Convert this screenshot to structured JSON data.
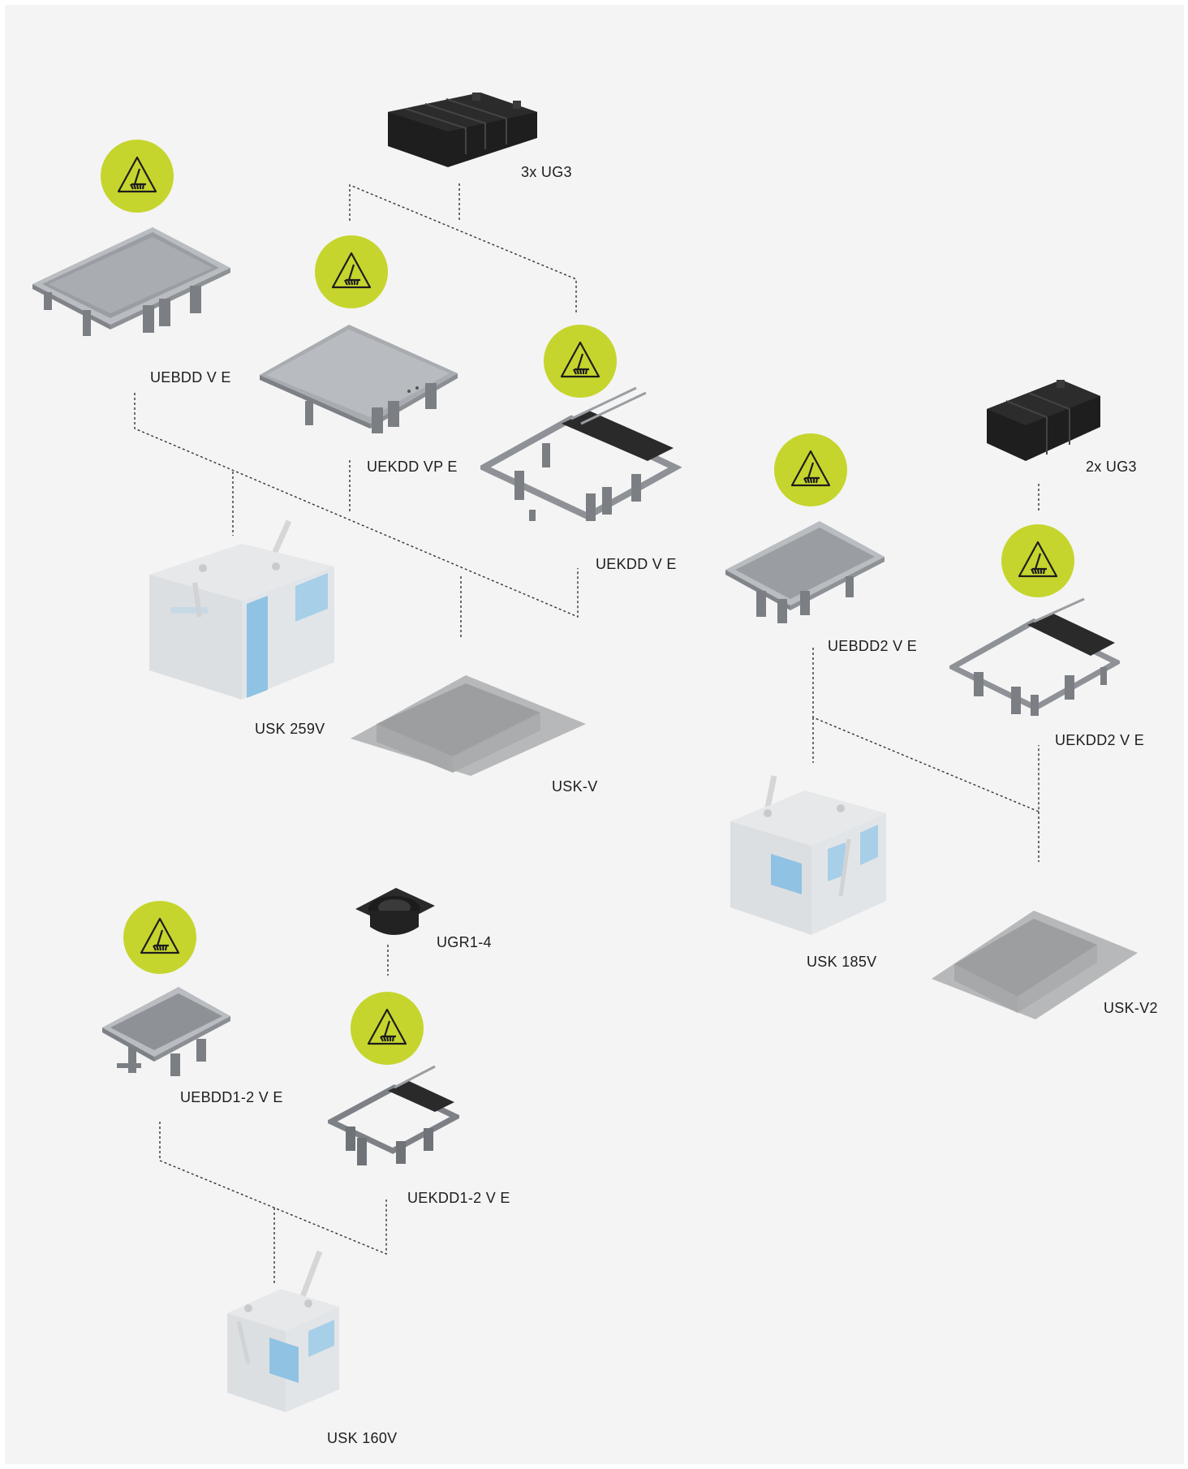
{
  "colors": {
    "badge": "#c5d52d",
    "line": "#333333",
    "background": "#f4f4f4"
  },
  "icon": "warning-triangle-broom-icon",
  "labels": {
    "ug3_3x": "3x UG3",
    "uebdd_v_e": "UEBDD V E",
    "uekdd_vp_e": "UEKDD VP E",
    "uekdd_v_e": "UEKDD V E",
    "usk_259v": "USK 259V",
    "usk_v": "USK-V",
    "ug3_2x": "2x UG3",
    "uebdd2_v_e": "UEBDD2 V E",
    "uekdd2_v_e": "UEKDD2 V E",
    "usk_185v": "USK 185V",
    "usk_v2": "USK-V2",
    "ugr1_4": "UGR1-4",
    "uebdd1_2_v_e": "UEBDD1-2 V E",
    "uekdd1_2_v_e": "UEKDD1-2 V E",
    "usk_160v": "USK 160V"
  }
}
